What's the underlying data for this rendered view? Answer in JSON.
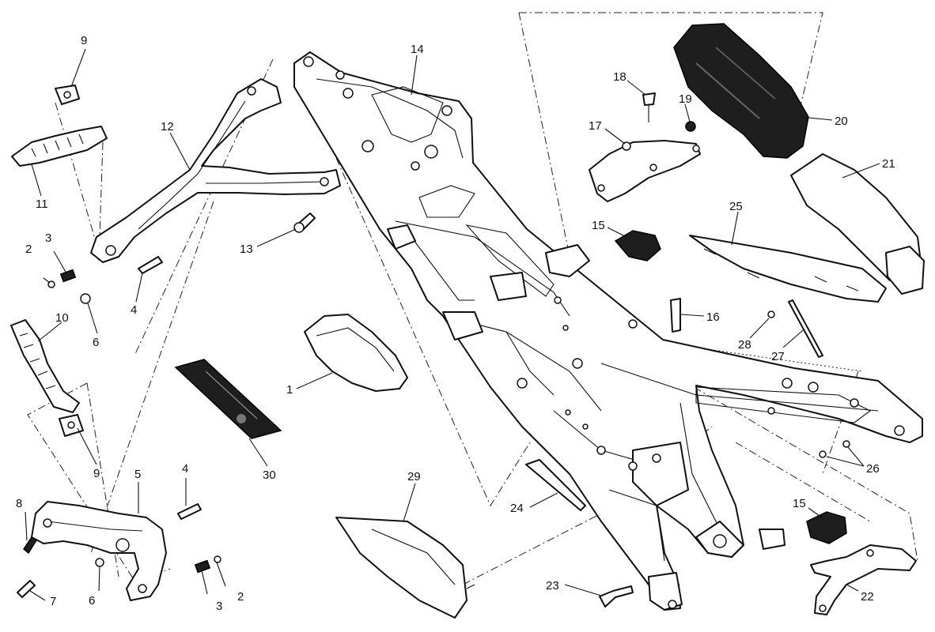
{
  "callouts": [
    {
      "id": "c1",
      "text": "1"
    },
    {
      "id": "c2a",
      "text": "2"
    },
    {
      "id": "c2b",
      "text": "2"
    },
    {
      "id": "c3a",
      "text": "3"
    },
    {
      "id": "c3b",
      "text": "3"
    },
    {
      "id": "c4a",
      "text": "4"
    },
    {
      "id": "c4b",
      "text": "4"
    },
    {
      "id": "c5",
      "text": "5"
    },
    {
      "id": "c6a",
      "text": "6"
    },
    {
      "id": "c6b",
      "text": "6"
    },
    {
      "id": "c7",
      "text": "7"
    },
    {
      "id": "c8",
      "text": "8"
    },
    {
      "id": "c9a",
      "text": "9"
    },
    {
      "id": "c9b",
      "text": "9"
    },
    {
      "id": "c10",
      "text": "10"
    },
    {
      "id": "c11",
      "text": "11"
    },
    {
      "id": "c12",
      "text": "12"
    },
    {
      "id": "c13",
      "text": "13"
    },
    {
      "id": "c14",
      "text": "14"
    },
    {
      "id": "c15a",
      "text": "15"
    },
    {
      "id": "c15b",
      "text": "15"
    },
    {
      "id": "c16",
      "text": "16"
    },
    {
      "id": "c17",
      "text": "17"
    },
    {
      "id": "c18",
      "text": "18"
    },
    {
      "id": "c19",
      "text": "19"
    },
    {
      "id": "c20",
      "text": "20"
    },
    {
      "id": "c21",
      "text": "21"
    },
    {
      "id": "c22",
      "text": "22"
    },
    {
      "id": "c23",
      "text": "23"
    },
    {
      "id": "c24",
      "text": "24"
    },
    {
      "id": "c25",
      "text": "25"
    },
    {
      "id": "c26",
      "text": "26"
    },
    {
      "id": "c27",
      "text": "27"
    },
    {
      "id": "c28",
      "text": "28"
    },
    {
      "id": "c29",
      "text": "29"
    },
    {
      "id": "c30",
      "text": "30"
    }
  ]
}
